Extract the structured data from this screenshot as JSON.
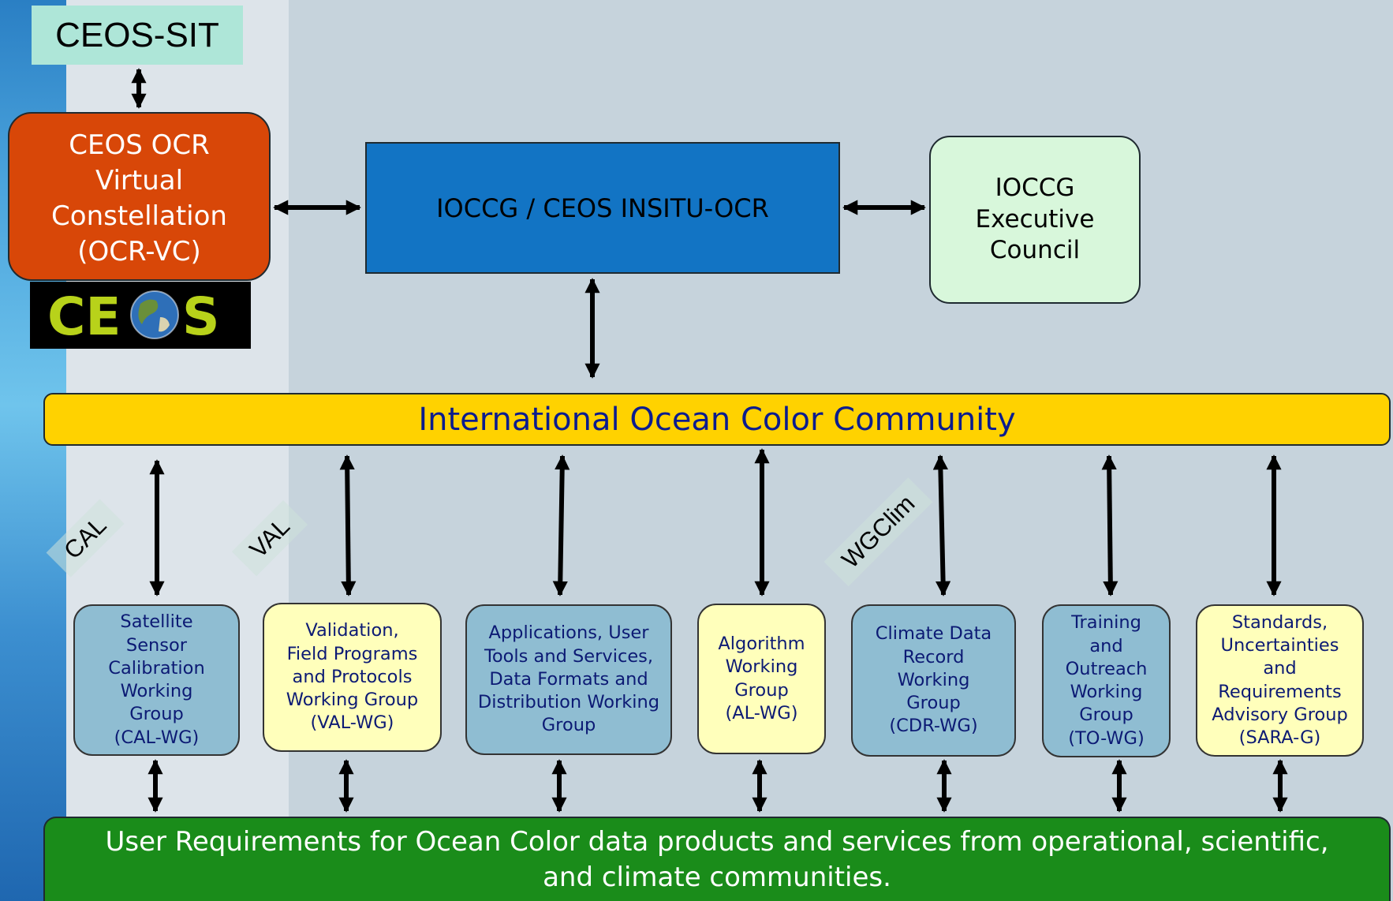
{
  "colors": {
    "ocr_vc": "#d84708",
    "insitu": "#1274c4",
    "exec": "#d8f7db",
    "community": "#ffd200",
    "community_text": "#0b1c8e",
    "user_req": "#1a8c1a",
    "wg_blue": "#8fbdd2",
    "wg_yellow": "#ffffbb",
    "ceos_sit": "#aee6d8"
  },
  "ceos_sit": {
    "label": "CEOS-SIT"
  },
  "ocr_vc": {
    "label": "CEOS OCR\nVirtual\nConstellation\n(OCR-VC)"
  },
  "ceos_logo": {
    "text": "CE S",
    "icon": "earth-globe-icon"
  },
  "insitu": {
    "label": "IOCCG / CEOS INSITU-OCR"
  },
  "exec_council": {
    "label": "IOCCG\nExecutive\nCouncil"
  },
  "community": {
    "label": "International Ocean Color Community"
  },
  "user_requirements": {
    "label": "User Requirements for Ocean Color data products and services from operational, scientific, and climate communities."
  },
  "diagonal_tags": [
    {
      "label": "CAL"
    },
    {
      "label": "VAL"
    },
    {
      "label": "WGClim"
    }
  ],
  "working_groups": [
    {
      "label": "Satellite\nSensor\nCalibration\nWorking\nGroup\n(CAL-WG)",
      "style": "blue"
    },
    {
      "label": "Validation,\nField Programs\nand Protocols\nWorking Group\n(VAL-WG)",
      "style": "yellow"
    },
    {
      "label": "Applications, User\nTools and Services,\nData Formats and\nDistribution Working\nGroup",
      "style": "blue"
    },
    {
      "label": "Algorithm\nWorking\nGroup\n(AL-WG)",
      "style": "yellow"
    },
    {
      "label": "Climate Data\nRecord\nWorking\nGroup\n(CDR-WG)",
      "style": "blue"
    },
    {
      "label": "Training\nand\nOutreach\nWorking\nGroup\n(TO-WG)",
      "style": "blue"
    },
    {
      "label": "Standards,\nUncertainties\nand\nRequirements\nAdvisory Group\n(SARA-G)",
      "style": "yellow"
    }
  ]
}
